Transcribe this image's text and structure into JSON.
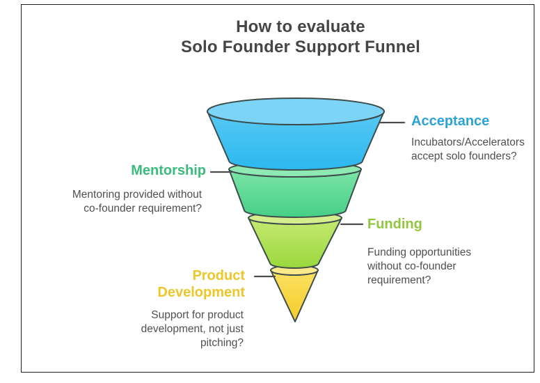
{
  "title": {
    "text": "How to evaluate\nSolo Founder Support Funnel",
    "color": "#454545"
  },
  "stages": [
    {
      "id": "acceptance",
      "label": "Acceptance",
      "description": "Incubators/Accelerators\naccept solo founders?",
      "label_color": "#2ba3d8",
      "fill_rim": "#7cd5f7",
      "fill_light": "#58c9f4",
      "fill_dark": "#2bb8ef"
    },
    {
      "id": "mentorship",
      "label": "Mentorship",
      "description": "Mentoring provided without\nco-founder requirement?",
      "label_color": "#39bd7c",
      "fill_rim": "#8fe9b2",
      "fill_light": "#7de5a8",
      "fill_dark": "#46cf86"
    },
    {
      "id": "funding",
      "label": "Funding",
      "description": "Funding opportunities\nwithout co-founder\nrequirement?",
      "label_color": "#90c73e",
      "fill_rim": "#d4ee8d",
      "fill_light": "#c6e972",
      "fill_dark": "#9ad83c"
    },
    {
      "id": "product-development",
      "label": "Product\nDevelopment",
      "description": "Support for product\ndevelopment, not just\npitching?",
      "label_color": "#ecc72a",
      "fill_rim": "#fce98a",
      "fill_light": "#fbe163",
      "fill_dark": "#f6cc28"
    }
  ],
  "style": {
    "outline_color": "#3d4c4c",
    "connector_color": "#4c4c4c",
    "text_color": "#4f4f4f",
    "border_color": "#1c1c1c",
    "background": "#ffffff"
  }
}
